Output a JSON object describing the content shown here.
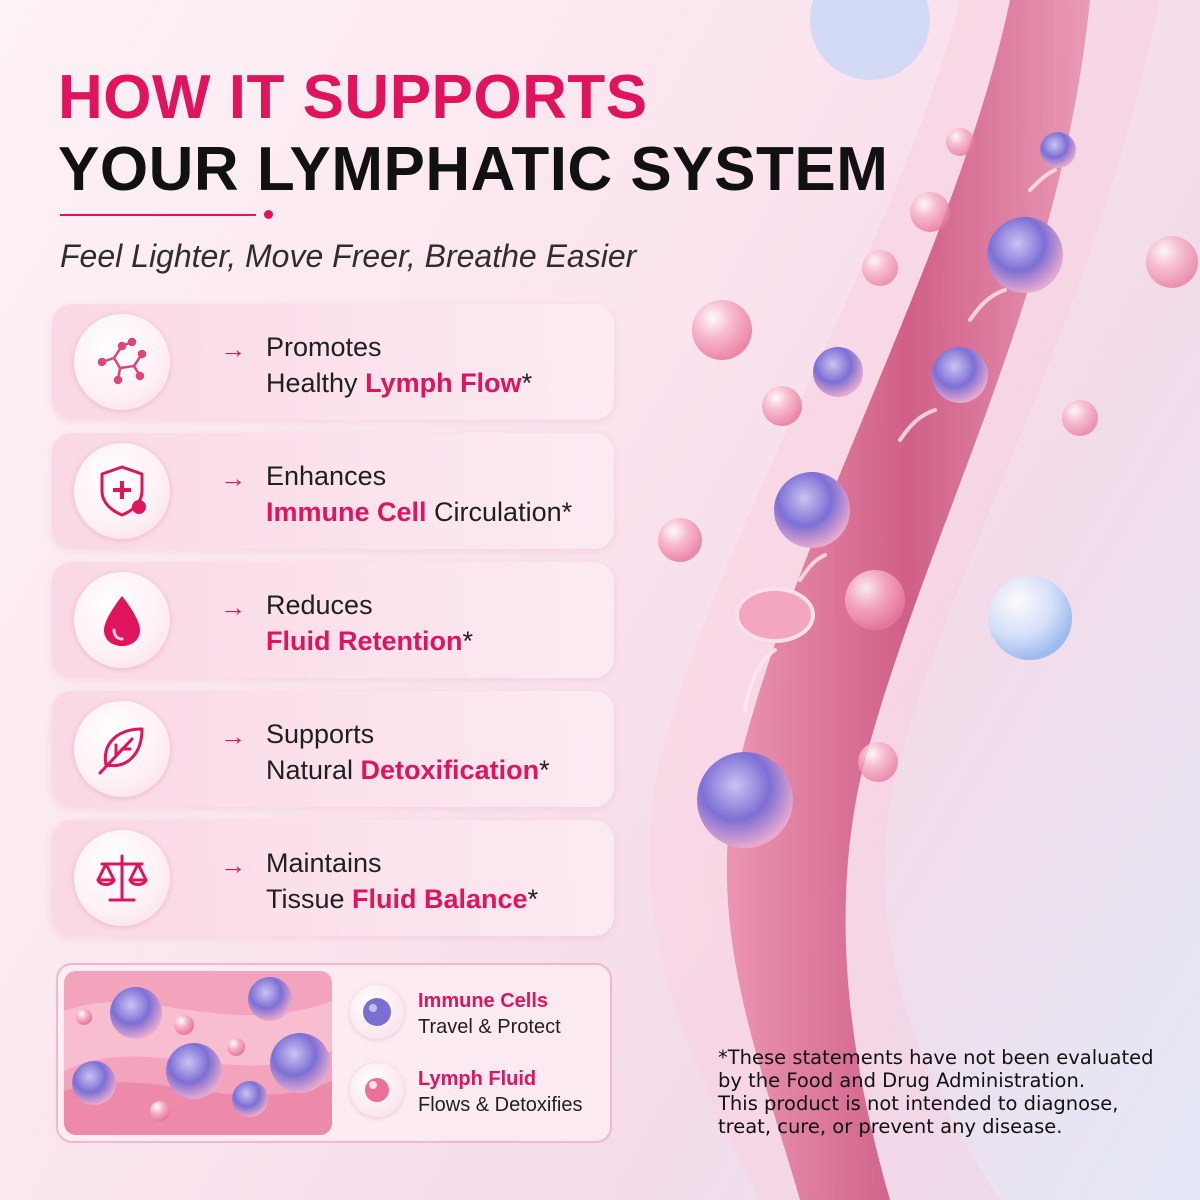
{
  "header": {
    "title_line1": "HOW IT SUPPORTS",
    "title_line2": "YOUR LYMPHATIC SYSTEM",
    "subtitle": "Feel Lighter, Move Freer, Breathe Easier"
  },
  "benefits": [
    {
      "icon": "lymph-network-icon",
      "arrow": "→",
      "line1": "Promotes",
      "line2_plain": "Healthy ",
      "line2_highlight": "Lymph Flow",
      "line2_suffix": "*"
    },
    {
      "icon": "shield-cross-icon",
      "arrow": "→",
      "line1": "Enhances",
      "line2_highlight": "Immune Cell",
      "line2_suffix": " Circulation*"
    },
    {
      "icon": "droplet-icon",
      "arrow": "→",
      "line1": "Reduces",
      "line2_highlight": "Fluid Retention",
      "line2_suffix": "*"
    },
    {
      "icon": "leaf-icon",
      "arrow": "→",
      "line1": "Supports",
      "line2_plain": "Natural ",
      "line2_highlight": "Detoxification",
      "line2_suffix": "*"
    },
    {
      "icon": "balance-scale-icon",
      "arrow": "→",
      "line1": "Maintains",
      "line2_plain": "Tissue ",
      "line2_highlight": "Fluid Balance",
      "line2_suffix": "*"
    }
  ],
  "legend": {
    "immune": {
      "title": "Immune Cells",
      "text": "Travel & Protect"
    },
    "lymph": {
      "title": "Lymph Fluid",
      "text": "Flows & Detoxifies"
    }
  },
  "disclaimer": {
    "line1": "*These statements have not been evaluated",
    "line2": "by the Food and Drug Administration.",
    "line3": "This product is not intended to diagnose,",
    "line4": "treat, cure, or prevent any disease."
  },
  "colors": {
    "accent": "#e0145c",
    "text": "#1f1f1f",
    "cell": "#7a6fd0"
  }
}
